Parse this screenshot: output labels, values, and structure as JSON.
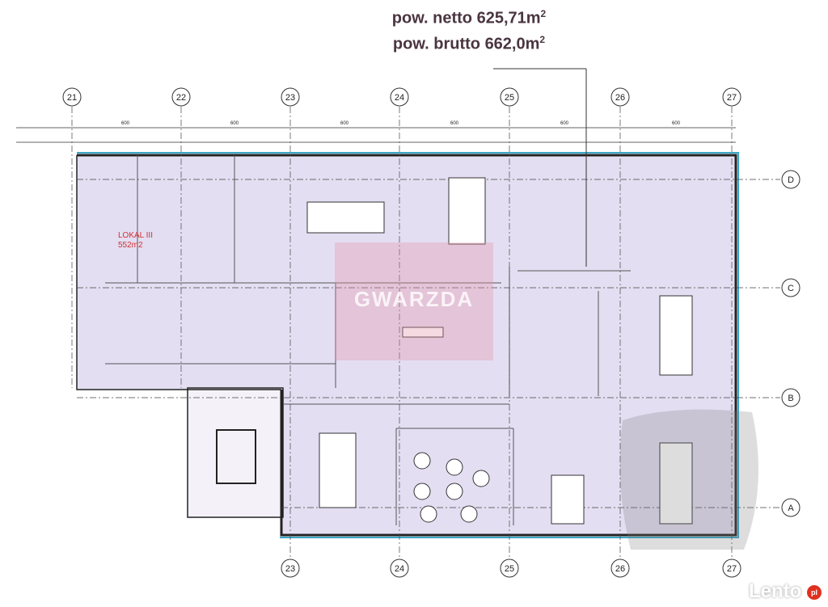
{
  "header": {
    "net_label": "pow. netto 625,71m",
    "net_sup": "2",
    "gross_label": "pow. brutto 662,0m",
    "gross_sup": "2"
  },
  "axes": {
    "columns_top": [
      "21",
      "22",
      "23",
      "24",
      "25",
      "26",
      "27"
    ],
    "columns_bottom": [
      "23",
      "24",
      "25",
      "26",
      "27"
    ],
    "rows": [
      "D",
      "C",
      "B",
      "A"
    ]
  },
  "unit": {
    "name": "LOKAL III",
    "area": "552m2"
  },
  "dimensions": {
    "top_span": "600"
  },
  "watermarks": {
    "center": "GWARZDA",
    "site": "Lento",
    "site_badge": "pl"
  },
  "colors": {
    "floor": "#e4def2",
    "wall": "#222222",
    "glass": "#3aa7c8",
    "text": "#4a3540"
  }
}
